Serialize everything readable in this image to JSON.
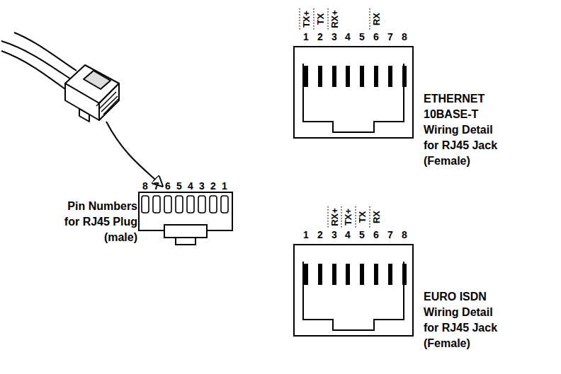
{
  "diagram": {
    "labels": [
      "TX+",
      "TX",
      "RX+",
      "RX",
      "1",
      "2",
      "3",
      "4",
      "5",
      "6",
      "7",
      "8",
      "ETHERNET 10BASE-T Wiring Detail for RJ45 Jack (Female)",
      "Pin Numbers for RJ45 Plug (male)",
      "8",
      "7",
      "6",
      "5",
      "4",
      "3",
      "2",
      "1",
      "RX+",
      "TX+",
      "TX",
      "RX",
      "1",
      "2",
      "3",
      "4",
      "5",
      "6",
      "7",
      "8",
      "EURO ISDN Wiring Detail for RJ45 Jack (Female)"
    ]
  }
}
